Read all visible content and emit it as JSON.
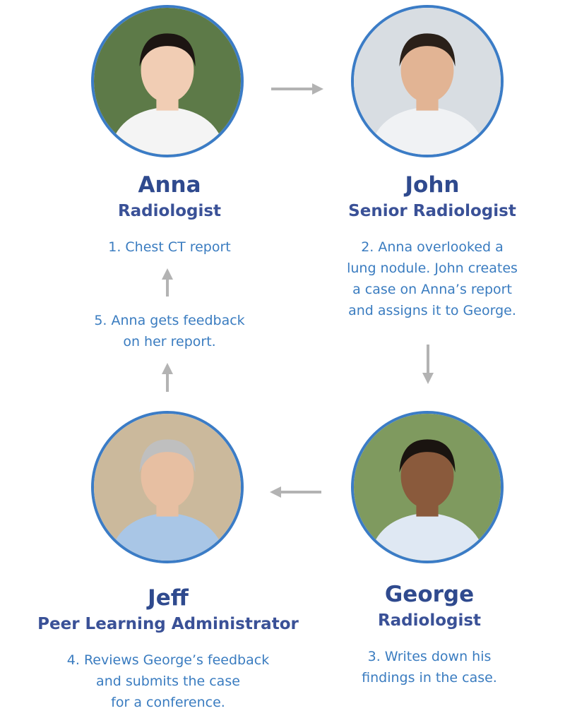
{
  "people": [
    {
      "name": "Anna",
      "role": "Radiologist",
      "step": [
        "1. Chest CT report"
      ],
      "photo_bg": "#5d7a48",
      "skin": "#f1cdb4",
      "hair": "#1c1512",
      "shirt": "#f4f4f4"
    },
    {
      "name": "John",
      "role": "Senior Radiologist",
      "step": [
        "2. Anna overlooked a",
        "lung nodule. John creates",
        "a case on Anna’s report",
        "and assigns it to George."
      ],
      "photo_bg": "#d8dde2",
      "skin": "#e2b494",
      "hair": "#2a2019",
      "shirt": "#f0f2f4"
    },
    {
      "name": "George",
      "role": "Radiologist",
      "step": [
        "3. Writes down his",
        "findings in the case."
      ],
      "photo_bg": "#7f9a5f",
      "skin": "#8a5a3c",
      "hair": "#1a1410",
      "shirt": "#dfe8f3"
    },
    {
      "name": "Jeff",
      "role": "Peer Learning Administrator",
      "step": [
        "4. Reviews George’s feedback",
        "and submits the case",
        "for a conference."
      ],
      "photo_bg": "#cbb99c",
      "skin": "#e7bfa2",
      "hair": "#bfbfbf",
      "shirt": "#a9c6e6"
    }
  ],
  "feedback_step": [
    "5. Anna gets feedback",
    "on her report."
  ],
  "colors": {
    "border": "#3b7cc6",
    "arrow": "#b3b3b3",
    "name": "#2f4a8e",
    "step": "#3a7cc0"
  }
}
